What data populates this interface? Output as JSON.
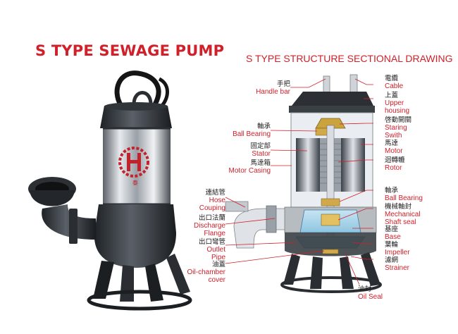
{
  "title": "S TYPE SEWAGE PUMP",
  "diagram_title": "S TYPE  STRUCTURE SECTIONAL DRAWING",
  "pump_logo_text": "泰",
  "labels": {
    "handle_bar": {
      "zh": "手把",
      "en": "Handle bar"
    },
    "cable": {
      "zh": "電纜",
      "en": "Cable"
    },
    "upper_housing": {
      "zh": "上蓋",
      "en": "Upper",
      "en2": "housing"
    },
    "starting_switch": {
      "zh": "啓動開關",
      "en": "Staring",
      "en2": "Swith"
    },
    "ball_bearing_top": {
      "zh": "軸承",
      "en": "Ball Bearing"
    },
    "motor": {
      "zh": "馬達",
      "en": "Motor"
    },
    "stator": {
      "zh": "固定部",
      "en": "Stator"
    },
    "rotor": {
      "zh": "迴轉轆",
      "en": "Rotor"
    },
    "motor_casing": {
      "zh": "馬達箱",
      "en": "Motor Casing"
    },
    "hose_couping": {
      "zh": "連結管",
      "en": "Hose",
      "en2": "Couping"
    },
    "ball_bearing_bottom": {
      "zh": "軸承",
      "en": "Ball Bearing"
    },
    "mechanical_seal": {
      "zh": "機械軸封",
      "en": "Mechanical",
      "en2": "Shaft seal"
    },
    "discharge_flange": {
      "zh": "出口法蘭",
      "en": "Discharge",
      "en2": "Flange"
    },
    "base": {
      "zh": "基座",
      "en": "Base"
    },
    "outlet_pipe": {
      "zh": "出口彎管",
      "en": "Outlet",
      "en2": "Pipe"
    },
    "impeller": {
      "zh": "葉輪",
      "en": "Impeller"
    },
    "oil_chamber_cover": {
      "zh": "油蓋",
      "en": "Oil-chamber",
      "en2": "cover"
    },
    "strainer": {
      "zh": "濾網",
      "en": "Strainer"
    },
    "oil_seal": {
      "zh": "油封",
      "en": "Oil Seal"
    }
  },
  "colors": {
    "title": "#d0202a",
    "leader": "#d0202a",
    "steel": "#c8ccd2",
    "iron": "#3a3f44",
    "cutaway_blue": "#a9d6ec"
  }
}
